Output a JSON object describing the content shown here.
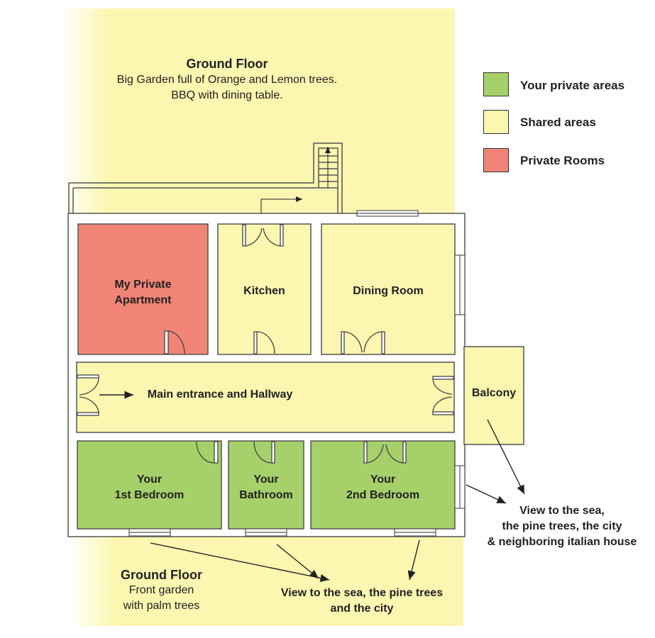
{
  "colors": {
    "shared": "#fbf6b0",
    "private_area": "#a6d06a",
    "private_room": "#f08476",
    "wall": "#555555"
  },
  "top_garden": {
    "title": "Ground Floor",
    "line1": "Big Garden full of  Orange and Lemon trees.",
    "line2": "BBQ with dining table."
  },
  "front_garden": {
    "title": "Ground Floor",
    "line1": "Front garden",
    "line2": "with palm trees"
  },
  "rooms": {
    "private_apartment": [
      "My Private",
      "Apartment"
    ],
    "kitchen": "Kitchen",
    "dining_room": "Dining Room",
    "hallway": "Main entrance and Hallway",
    "balcony": "Balcony",
    "bedroom1": [
      "Your",
      "1st Bedroom"
    ],
    "bathroom": [
      "Your",
      "Bathroom"
    ],
    "bedroom2": [
      "Your",
      "2nd Bedroom"
    ]
  },
  "views": {
    "side": [
      "View to the sea,",
      "the pine trees, the city",
      "& neighboring italian house"
    ],
    "front": [
      "View to the sea, the pine trees",
      "and the city"
    ]
  },
  "legend": [
    {
      "label": "Your private areas",
      "color": "#a6d06a"
    },
    {
      "label": "Shared areas",
      "color": "#fbf6b0"
    },
    {
      "label": "Private Rooms",
      "color": "#f08476"
    }
  ]
}
